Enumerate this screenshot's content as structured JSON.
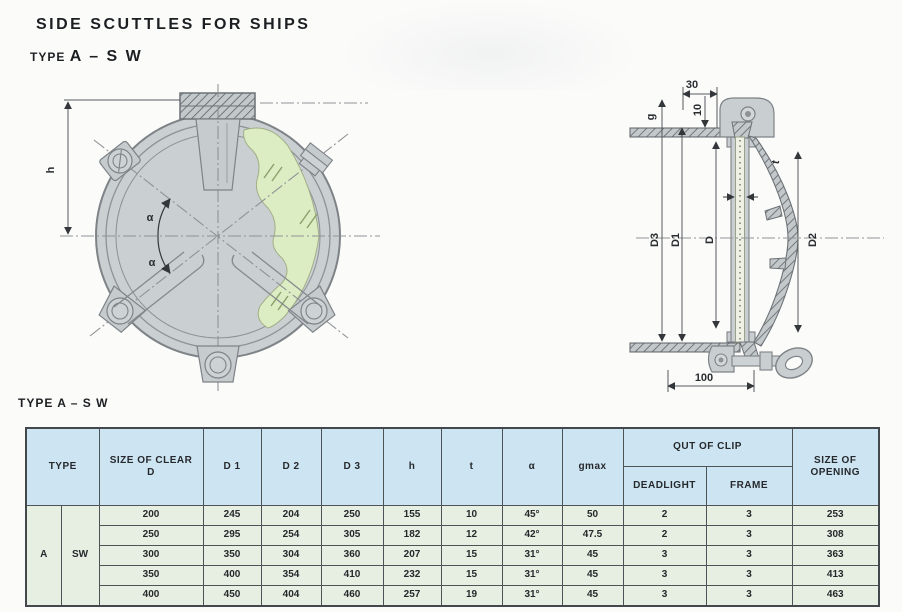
{
  "page": {
    "title": "SIDE SCUTTLES FOR SHIPS",
    "subtitle_prefix": "TYPE",
    "subtitle_value": "A – S W"
  },
  "drawings": {
    "front_view": {
      "labels": {
        "h": "h",
        "alpha_upper": "α",
        "alpha_lower": "α"
      }
    },
    "section_view": {
      "labels": {
        "dim_30": "30",
        "dim_10": "10",
        "g": "g",
        "t": "t",
        "d3": "D3",
        "d1": "D1",
        "d": "D",
        "d2": "D2",
        "dim_100": "100"
      }
    }
  },
  "table": {
    "section_label_prefix": "TYPE",
    "section_label_value": "A – S W",
    "headers": {
      "type": "TYPE",
      "size_of_clear_line1": "SIZE OF CLEAR",
      "size_of_clear_line2": "D",
      "d1": "D 1",
      "d2": "D 2",
      "d3": "D 3",
      "h": "h",
      "t": "t",
      "alpha": "α",
      "gmax": "gmax",
      "out_of_clip": "QUT OF CLIP",
      "deadlight": "DEADLIGHT",
      "frame": "FRAME",
      "size_of_opening": "SIZE OF OPENING"
    },
    "type_col": {
      "letter": "A",
      "series": "SW"
    },
    "rows": [
      {
        "d": "200",
        "d1": "245",
        "d2": "204",
        "d3": "250",
        "h": "155",
        "t": "10",
        "alpha": "45°",
        "gmax": "50",
        "deadlight": "2",
        "frame": "3",
        "opening": "253"
      },
      {
        "d": "250",
        "d1": "295",
        "d2": "254",
        "d3": "305",
        "h": "182",
        "t": "12",
        "alpha": "42°",
        "gmax": "47.5",
        "deadlight": "2",
        "frame": "3",
        "opening": "308"
      },
      {
        "d": "300",
        "d1": "350",
        "d2": "304",
        "d3": "360",
        "h": "207",
        "t": "15",
        "alpha": "31°",
        "gmax": "45",
        "deadlight": "3",
        "frame": "3",
        "opening": "363"
      },
      {
        "d": "350",
        "d1": "400",
        "d2": "354",
        "d3": "410",
        "h": "232",
        "t": "15",
        "alpha": "31°",
        "gmax": "45",
        "deadlight": "3",
        "frame": "3",
        "opening": "413"
      },
      {
        "d": "400",
        "d1": "450",
        "d2": "404",
        "d3": "460",
        "h": "257",
        "t": "19",
        "alpha": "31°",
        "gmax": "45",
        "deadlight": "3",
        "frame": "3",
        "opening": "463"
      }
    ]
  },
  "colors": {
    "table_header_bg": "#cde5f3",
    "table_body_bg": "#e7eee2",
    "glass_green": "#dcecc3",
    "metal_gray": "#cacfd2",
    "line_dark": "#4d5357"
  }
}
